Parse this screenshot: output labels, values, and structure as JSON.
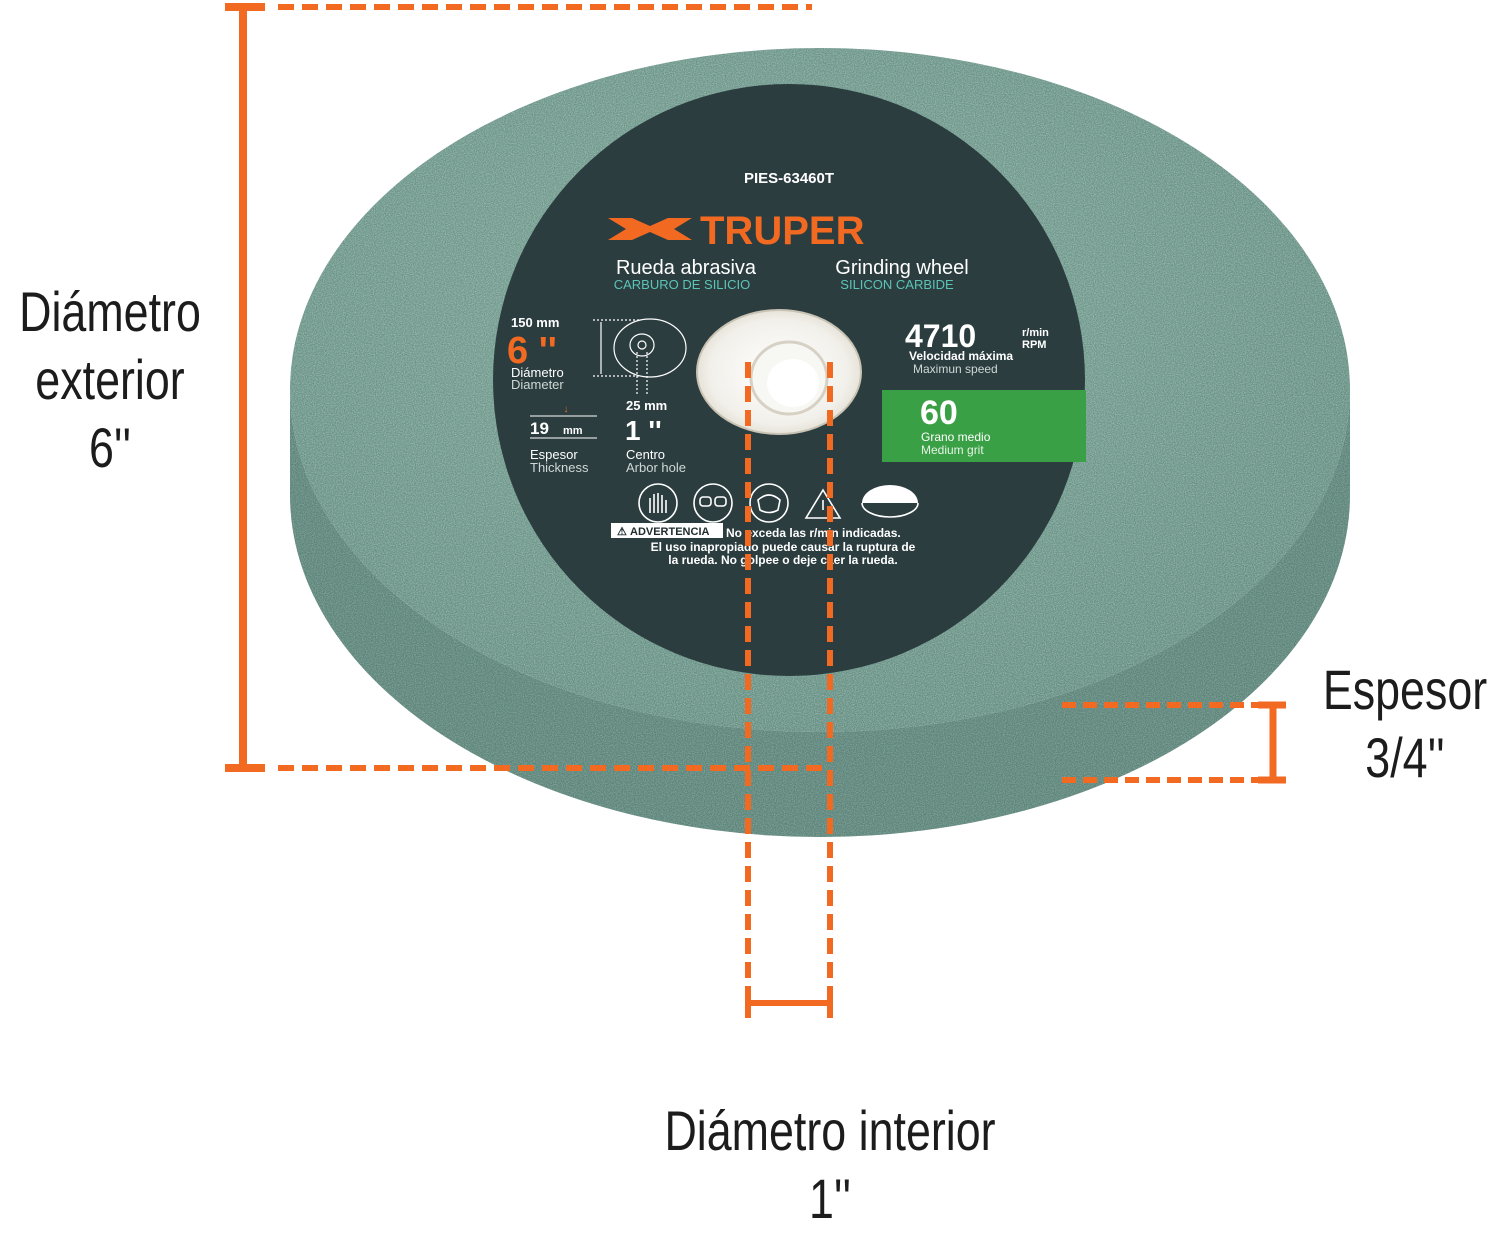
{
  "colors": {
    "accent": "#f26a21",
    "wheel_face": "#6f9a8c",
    "wheel_side": "#5c857a",
    "label_bg": "#2c3d40",
    "grit_badge": "#3aa045",
    "label_subtitle": "#5cc4b6"
  },
  "callouts": {
    "outer_diameter": {
      "line1": "Diámetro",
      "line2": "exterior",
      "value": "6''"
    },
    "thickness": {
      "line1": "Espesor",
      "value": "3/4''"
    },
    "inner_diameter": {
      "line1": "Diámetro interior",
      "value": "1''"
    }
  },
  "label": {
    "model": "PIES-63460T",
    "brand": "TRUPER",
    "product_es": "Rueda abrasiva",
    "product_en": "Grinding wheel",
    "material_es": "CARBURO DE SILICIO",
    "material_en": "SILICON CARBIDE",
    "diameter_mm": "150 mm",
    "diameter_in": "6 ''",
    "diameter_es": "Diámetro",
    "diameter_en": "Diameter",
    "thickness_mm": "19",
    "thickness_unit": "mm",
    "thickness_es": "Espesor",
    "thickness_en": "Thickness",
    "arbor_mm": "25 mm",
    "arbor_in": "1 ''",
    "arbor_es": "Centro",
    "arbor_en": "Arbor hole",
    "speed_value": "4710",
    "speed_unit_top": "r/min",
    "speed_unit_bottom": "RPM",
    "speed_es": "Velocidad máxima",
    "speed_en": "Maximun speed",
    "grit_value": "60",
    "grit_es": "Grano medio",
    "grit_en": "Medium grit",
    "warning_title": "ADVERTENCIA",
    "warning_line1": "No exceda las r/min indicadas.",
    "warning_line2": "El uso inapropiado puede causar la ruptura de",
    "warning_line3": "la rueda. No golpee o deje caer la rueda."
  },
  "safety_icons": [
    "gloves-icon",
    "goggles-icon",
    "mask-icon",
    "warning-icon",
    "guard-icon"
  ]
}
